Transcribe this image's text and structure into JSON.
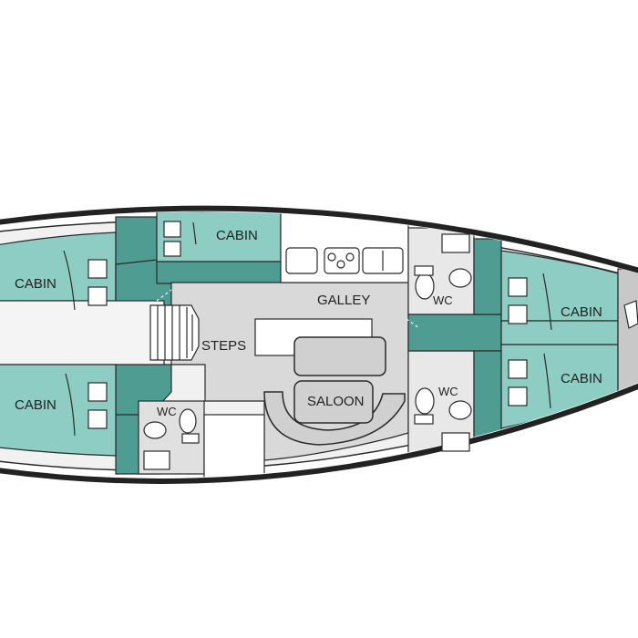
{
  "colors": {
    "hull_outline": "#222222",
    "deck": "#f4f4f4",
    "cabin_fill": "#8ecdc3",
    "corridor_fill": "#4f9c92",
    "galley_floor": "#d9d9d9",
    "wall_line": "#2a2a2a"
  },
  "labels": {
    "cabin_port_aft": "CABIN",
    "cabin_stbd_aft": "CABIN",
    "cabin_top_mid": "CABIN",
    "cabin_fwd_port": "CABIN",
    "cabin_fwd_stbd": "CABIN",
    "galley": "GALLEY",
    "steps": "STEPS",
    "saloon": "SALOON",
    "wc_aft": "WC",
    "wc_fwd_port": "WC",
    "wc_fwd_stbd": "WC"
  },
  "icons": [
    "bunk-pillow-icon",
    "sink-icon",
    "toilet-icon",
    "staircase-icon"
  ]
}
